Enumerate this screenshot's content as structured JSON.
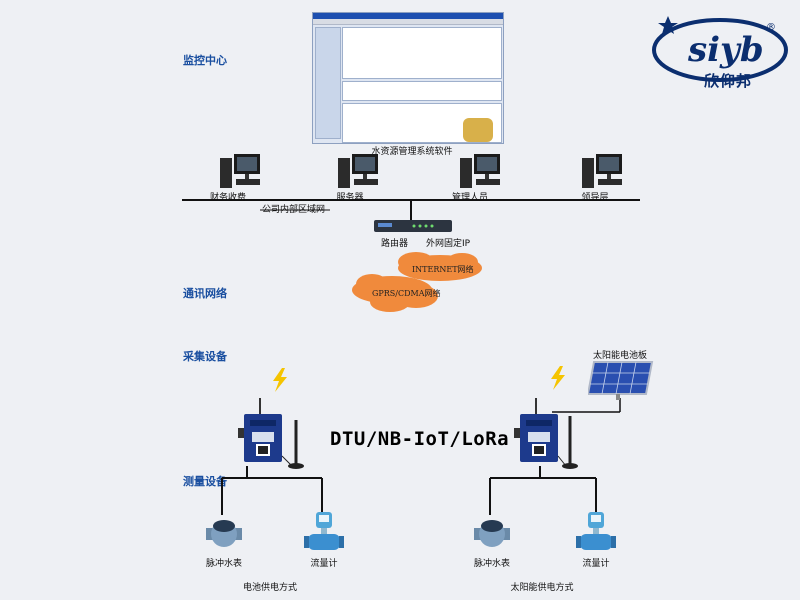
{
  "logo": {
    "brand_en": "siyb",
    "brand_cn": "欣仰邦",
    "registered": "®"
  },
  "sections": {
    "monitor_center": "监控中心",
    "comm_network": "通讯网络",
    "collection": "采集设备",
    "measurement": "测量设备"
  },
  "software_label": "水资源管理系统软件",
  "lan": {
    "computers": [
      "财务收费",
      "服务器",
      "管理人员",
      "领导层"
    ],
    "network_label": "公司内部区域网"
  },
  "router": {
    "label": "路由器",
    "ip_label": "外网固定IP"
  },
  "clouds": {
    "internet": "INTERNET网络",
    "gprs": "GPRS/CDMA网络"
  },
  "solar_panel_label": "太阳能电池板",
  "device_title": "DTU/NB-IoT/LoRa",
  "left_branch": {
    "meters": [
      "脉冲水表",
      "流量计"
    ],
    "power": "电池供电方式"
  },
  "right_branch": {
    "meters": [
      "脉冲水表",
      "流量计"
    ],
    "power": "太阳能供电方式"
  },
  "colors": {
    "section_text": "#1a4fa0",
    "logo": "#0b2e6f",
    "cloud": "#f08a3c",
    "lightning": "#f5c400"
  }
}
